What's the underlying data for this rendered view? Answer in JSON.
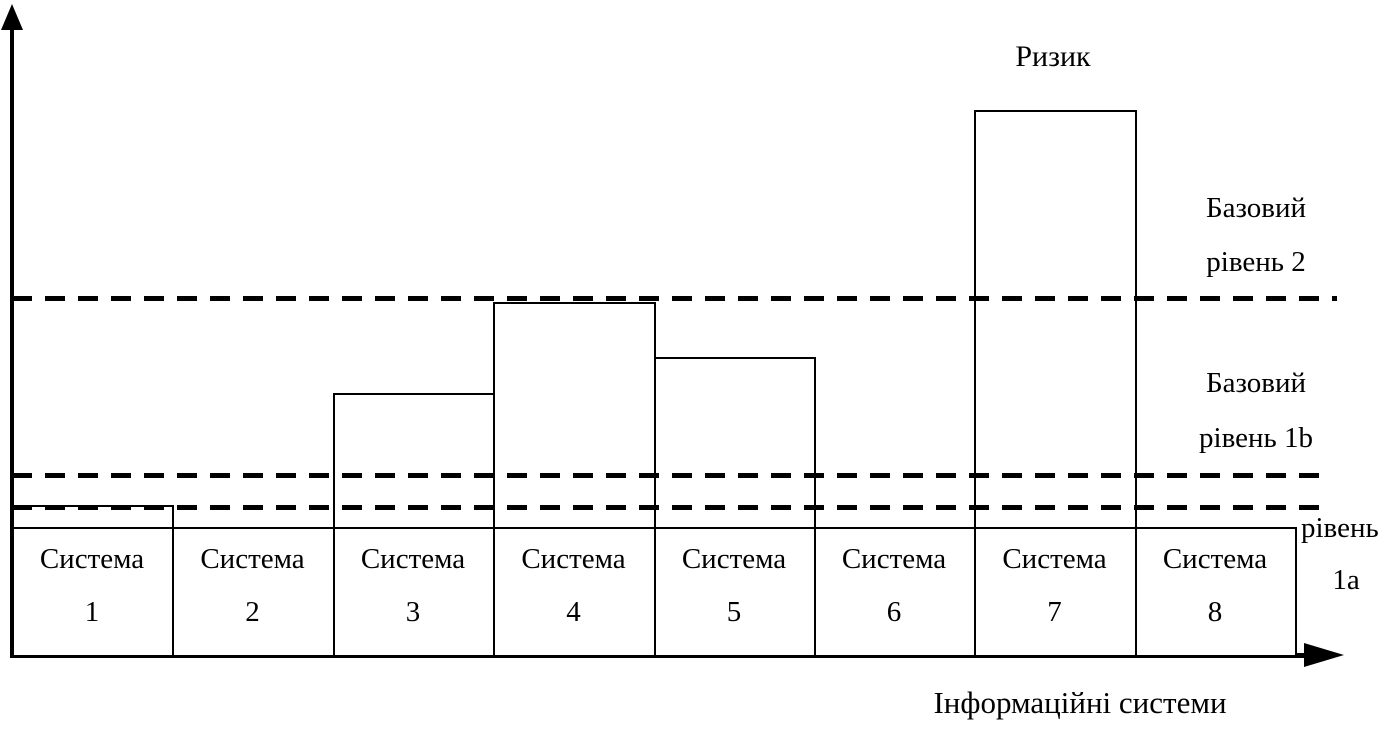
{
  "chart_data": {
    "type": "bar",
    "title": "Ризик",
    "xlabel": "Інформаційні системи",
    "ylabel": "Ризик",
    "categories": [
      "Система 1",
      "Система 2",
      "Система 3",
      "Система 4",
      "Система 5",
      "Система 6",
      "Система 7",
      "Система 8"
    ],
    "values": [
      150,
      128,
      262,
      353,
      298,
      128,
      545,
      128
    ],
    "units": "relative risk (pixel height above axis; no numeric scale shown)",
    "ylim": [
      0,
      560
    ],
    "grid": false,
    "legend": false,
    "bar_fill": "#ffffff",
    "line_color": "#000000",
    "thresholds": [
      {
        "key": "level-2",
        "label_line1": "Базовий",
        "label_line2": "рівень 2",
        "value": 357,
        "style": "dashed"
      },
      {
        "key": "level-1b",
        "label_line1": "Базовий",
        "label_line2": "рівень 1b",
        "value": 180,
        "style": "dashed"
      },
      {
        "key": "level-1a",
        "label_line1": "рівень",
        "label_line2": "1a",
        "value": 148,
        "style": "dashed"
      }
    ]
  }
}
